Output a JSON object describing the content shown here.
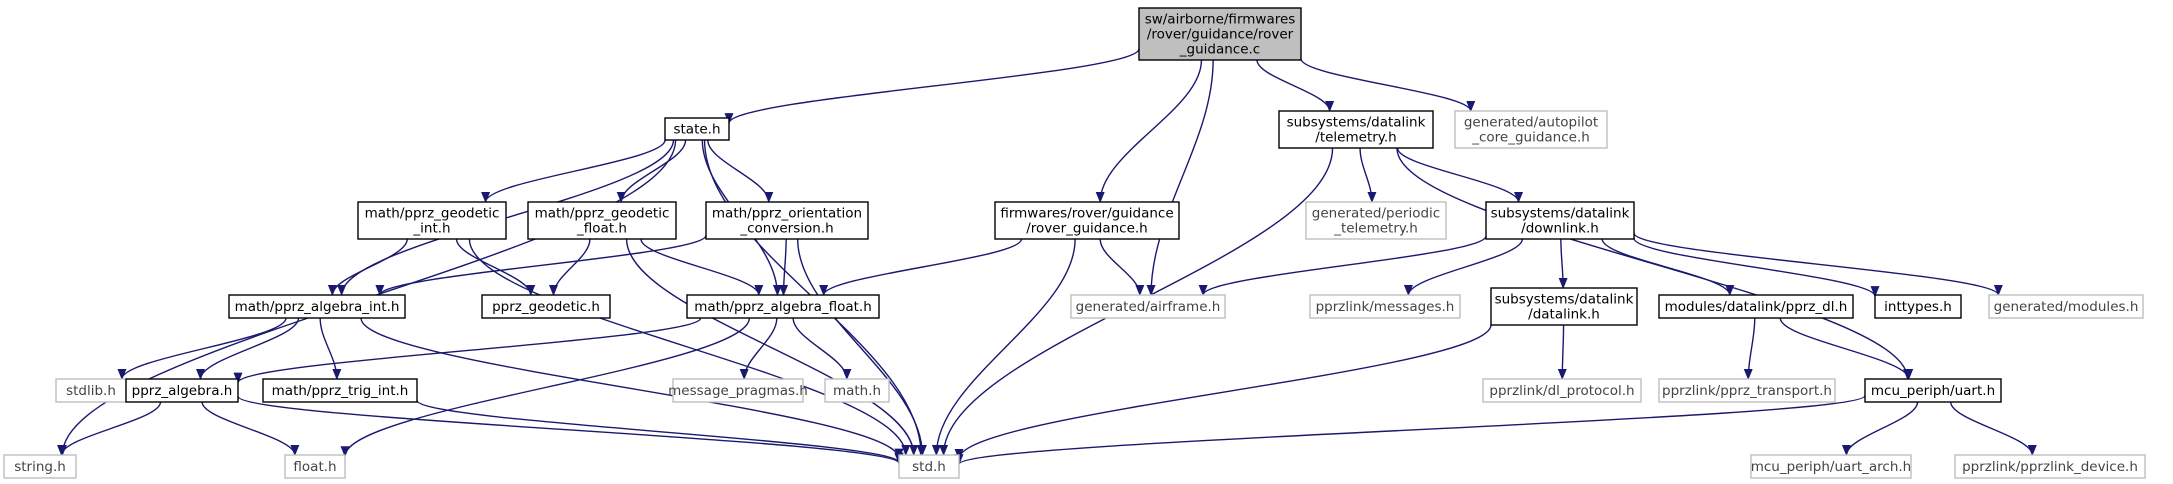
{
  "graph": {
    "edge_color": "#191970",
    "nodes": [
      {
        "id": "root",
        "kind": "root",
        "lines": [
          "sw/airborne/firmwares",
          "/rover/guidance/rover",
          "_guidance.c"
        ]
      },
      {
        "id": "state",
        "kind": "normal",
        "lines": [
          "state.h"
        ]
      },
      {
        "id": "rover_guidance_h",
        "kind": "normal",
        "lines": [
          "firmwares/rover/guidance",
          "/rover_guidance.h"
        ]
      },
      {
        "id": "telemetry",
        "kind": "normal",
        "lines": [
          "subsystems/datalink",
          "/telemetry.h"
        ]
      },
      {
        "id": "autopilot",
        "kind": "external",
        "lines": [
          "generated/autopilot",
          "_core_guidance.h"
        ]
      },
      {
        "id": "geodetic_int",
        "kind": "normal",
        "lines": [
          "math/pprz_geodetic",
          "_int.h"
        ]
      },
      {
        "id": "geodetic_float",
        "kind": "normal",
        "lines": [
          "math/pprz_geodetic",
          "_float.h"
        ]
      },
      {
        "id": "orientation",
        "kind": "normal",
        "lines": [
          "math/pprz_orientation",
          "_conversion.h"
        ]
      },
      {
        "id": "periodic",
        "kind": "external",
        "lines": [
          "generated/periodic",
          "_telemetry.h"
        ]
      },
      {
        "id": "downlink",
        "kind": "normal",
        "lines": [
          "subsystems/datalink",
          "/downlink.h"
        ]
      },
      {
        "id": "algebra_int",
        "kind": "normal",
        "lines": [
          "math/pprz_algebra_int.h"
        ]
      },
      {
        "id": "geodetic_h",
        "kind": "normal",
        "lines": [
          "pprz_geodetic.h"
        ]
      },
      {
        "id": "algebra_float",
        "kind": "normal",
        "lines": [
          "math/pprz_algebra_float.h"
        ]
      },
      {
        "id": "airframe",
        "kind": "external",
        "lines": [
          "generated/airframe.h"
        ]
      },
      {
        "id": "messages",
        "kind": "external",
        "lines": [
          "pprzlink/messages.h"
        ]
      },
      {
        "id": "datalink",
        "kind": "normal",
        "lines": [
          "subsystems/datalink",
          "/datalink.h"
        ]
      },
      {
        "id": "pprz_dl",
        "kind": "normal",
        "lines": [
          "modules/datalink/pprz_dl.h"
        ]
      },
      {
        "id": "inttypes",
        "kind": "normal",
        "lines": [
          "inttypes.h"
        ]
      },
      {
        "id": "modules",
        "kind": "external",
        "lines": [
          "generated/modules.h"
        ]
      },
      {
        "id": "stdlib",
        "kind": "external",
        "lines": [
          "stdlib.h"
        ]
      },
      {
        "id": "pprz_algebra",
        "kind": "normal",
        "lines": [
          "pprz_algebra.h"
        ]
      },
      {
        "id": "trig_int",
        "kind": "normal",
        "lines": [
          "math/pprz_trig_int.h"
        ]
      },
      {
        "id": "message_pragmas",
        "kind": "external",
        "lines": [
          "message_pragmas.h"
        ]
      },
      {
        "id": "math_h",
        "kind": "external",
        "lines": [
          "math.h"
        ]
      },
      {
        "id": "dl_protocol",
        "kind": "external",
        "lines": [
          "pprzlink/dl_protocol.h"
        ]
      },
      {
        "id": "pprz_transport",
        "kind": "external",
        "lines": [
          "pprzlink/pprz_transport.h"
        ]
      },
      {
        "id": "uart",
        "kind": "normal",
        "lines": [
          "mcu_periph/uart.h"
        ]
      },
      {
        "id": "string_h",
        "kind": "external",
        "lines": [
          "string.h"
        ]
      },
      {
        "id": "float_h",
        "kind": "external",
        "lines": [
          "float.h"
        ]
      },
      {
        "id": "std_h",
        "kind": "external",
        "lines": [
          "std.h"
        ]
      },
      {
        "id": "uart_arch",
        "kind": "external",
        "lines": [
          "mcu_periph/uart_arch.h"
        ]
      },
      {
        "id": "pprzlink_device",
        "kind": "external",
        "lines": [
          "pprzlink/pprzlink_device.h"
        ]
      }
    ],
    "edges": [
      [
        "root",
        "state"
      ],
      [
        "root",
        "rover_guidance_h"
      ],
      [
        "root",
        "airframe"
      ],
      [
        "root",
        "telemetry"
      ],
      [
        "root",
        "autopilot"
      ],
      [
        "state",
        "string_h"
      ],
      [
        "state",
        "algebra_int"
      ],
      [
        "state",
        "geodetic_int"
      ],
      [
        "state",
        "geodetic_float"
      ],
      [
        "state",
        "orientation"
      ],
      [
        "state",
        "algebra_float"
      ],
      [
        "state",
        "std_h"
      ],
      [
        "geodetic_int",
        "algebra_int"
      ],
      [
        "geodetic_int",
        "geodetic_h"
      ],
      [
        "geodetic_int",
        "std_h"
      ],
      [
        "geodetic_float",
        "geodetic_h"
      ],
      [
        "geodetic_float",
        "algebra_float"
      ],
      [
        "geodetic_float",
        "std_h"
      ],
      [
        "orientation",
        "algebra_int"
      ],
      [
        "orientation",
        "algebra_float"
      ],
      [
        "orientation",
        "std_h"
      ],
      [
        "algebra_int",
        "stdlib"
      ],
      [
        "algebra_int",
        "pprz_algebra"
      ],
      [
        "algebra_int",
        "trig_int"
      ],
      [
        "algebra_int",
        "std_h"
      ],
      [
        "algebra_float",
        "pprz_algebra"
      ],
      [
        "algebra_float",
        "message_pragmas"
      ],
      [
        "algebra_float",
        "math_h"
      ],
      [
        "algebra_float",
        "float_h"
      ],
      [
        "pprz_algebra",
        "string_h"
      ],
      [
        "pprz_algebra",
        "float_h"
      ],
      [
        "pprz_algebra",
        "std_h"
      ],
      [
        "trig_int",
        "std_h"
      ],
      [
        "rover_guidance_h",
        "algebra_float"
      ],
      [
        "rover_guidance_h",
        "airframe"
      ],
      [
        "rover_guidance_h",
        "std_h"
      ],
      [
        "telemetry",
        "std_h"
      ],
      [
        "telemetry",
        "periodic"
      ],
      [
        "telemetry",
        "downlink"
      ],
      [
        "telemetry",
        "uart"
      ],
      [
        "downlink",
        "airframe"
      ],
      [
        "downlink",
        "messages"
      ],
      [
        "downlink",
        "datalink"
      ],
      [
        "downlink",
        "pprz_dl"
      ],
      [
        "downlink",
        "inttypes"
      ],
      [
        "downlink",
        "modules"
      ],
      [
        "datalink",
        "dl_protocol"
      ],
      [
        "datalink",
        "std_h"
      ],
      [
        "pprz_dl",
        "pprz_transport"
      ],
      [
        "pprz_dl",
        "uart"
      ],
      [
        "uart",
        "std_h"
      ],
      [
        "uart",
        "uart_arch"
      ],
      [
        "uart",
        "pprzlink_device"
      ]
    ]
  }
}
